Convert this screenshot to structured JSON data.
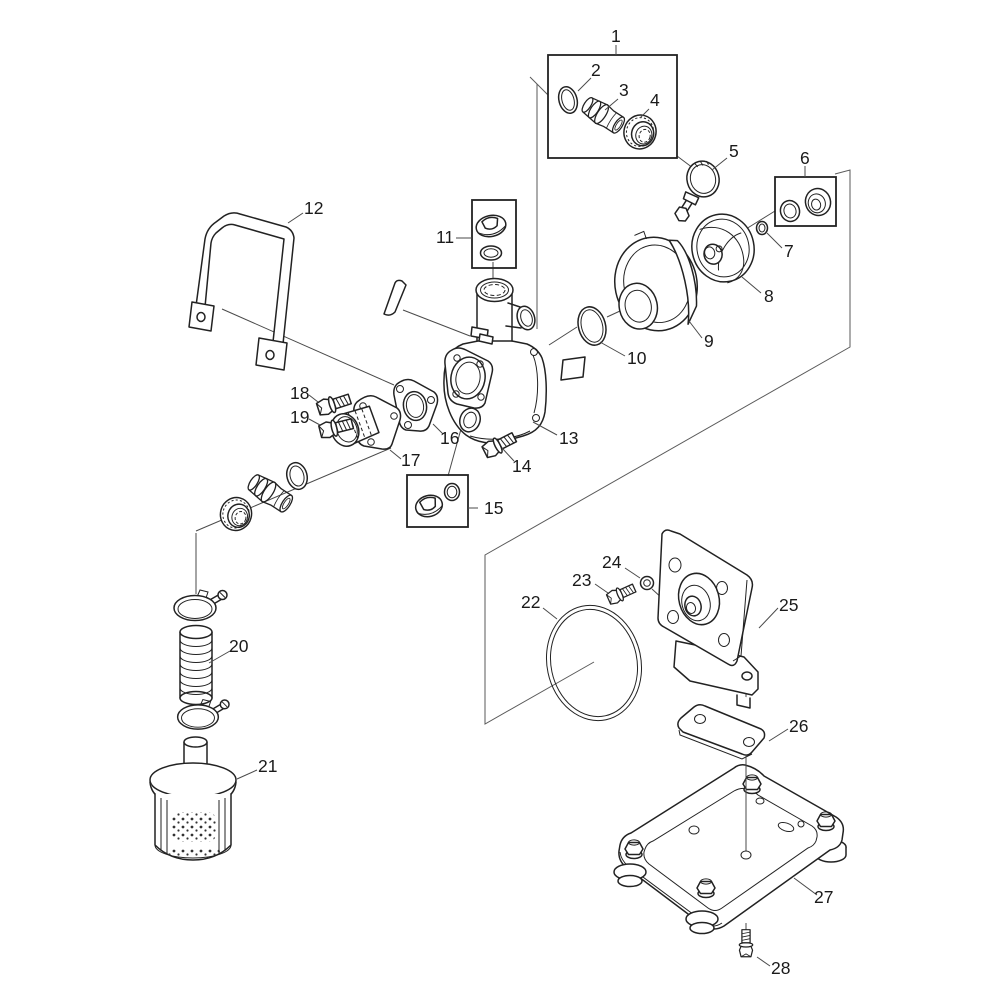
{
  "canvas": {
    "background": "#ffffff",
    "line_color": "#222222",
    "label_color": "#1a1a1a"
  },
  "diagram": {
    "type": "exploded-parts-diagram",
    "description": "Water pump exploded view parts diagram",
    "parts": {
      "p1": {
        "label": "1"
      },
      "p2": {
        "label": "2"
      },
      "p3": {
        "label": "3"
      },
      "p4": {
        "label": "4"
      },
      "p5": {
        "label": "5"
      },
      "p6": {
        "label": "6"
      },
      "p7": {
        "label": "7"
      },
      "p8": {
        "label": "8"
      },
      "p9": {
        "label": "9"
      },
      "p10": {
        "label": "10"
      },
      "p11": {
        "label": "11"
      },
      "p12": {
        "label": "12"
      },
      "p13": {
        "label": "13"
      },
      "p14": {
        "label": "14"
      },
      "p15": {
        "label": "15"
      },
      "p16": {
        "label": "16"
      },
      "p17": {
        "label": "17"
      },
      "p18": {
        "label": "18"
      },
      "p19": {
        "label": "19"
      },
      "p20": {
        "label": "20"
      },
      "p21": {
        "label": "21"
      },
      "p22": {
        "label": "22"
      },
      "p23": {
        "label": "23"
      },
      "p24": {
        "label": "24"
      },
      "p25": {
        "label": "25"
      },
      "p26": {
        "label": "26"
      },
      "p27": {
        "label": "27"
      },
      "p28": {
        "label": "28"
      }
    }
  }
}
